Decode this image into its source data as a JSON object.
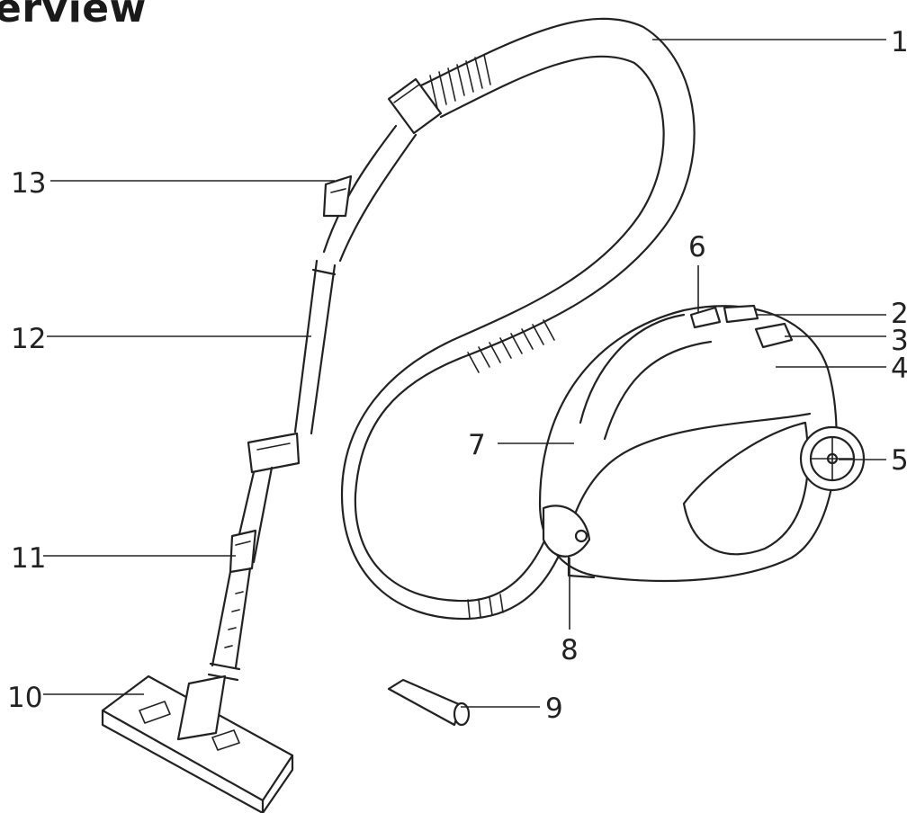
{
  "title": "erview",
  "callouts": [
    {
      "id": "1",
      "label": "1"
    },
    {
      "id": "2",
      "label": "2"
    },
    {
      "id": "3",
      "label": "3"
    },
    {
      "id": "4",
      "label": "4"
    },
    {
      "id": "5",
      "label": "5"
    },
    {
      "id": "6",
      "label": "6"
    },
    {
      "id": "7",
      "label": "7"
    },
    {
      "id": "8",
      "label": "8"
    },
    {
      "id": "9",
      "label": "9"
    },
    {
      "id": "10",
      "label": "10"
    },
    {
      "id": "11",
      "label": "11"
    },
    {
      "id": "12",
      "label": "12"
    },
    {
      "id": "13",
      "label": "13"
    }
  ]
}
